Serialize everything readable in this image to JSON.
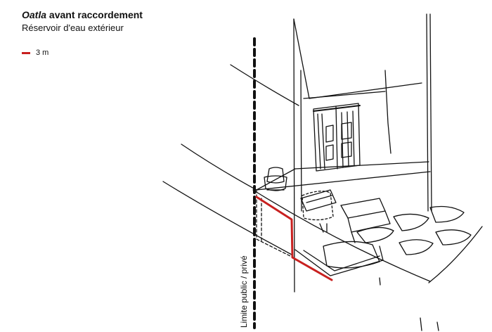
{
  "header": {
    "title_place": "Oatla",
    "title_rest": " avant raccordement",
    "subtitle": "Réservoir d'eau extérieur"
  },
  "legend": {
    "label": "3 m",
    "color": "#c8201f"
  },
  "diagram": {
    "boundary_label": "Limite public / privé",
    "pipe_color": "#c8201f",
    "line_color": "#111111"
  }
}
